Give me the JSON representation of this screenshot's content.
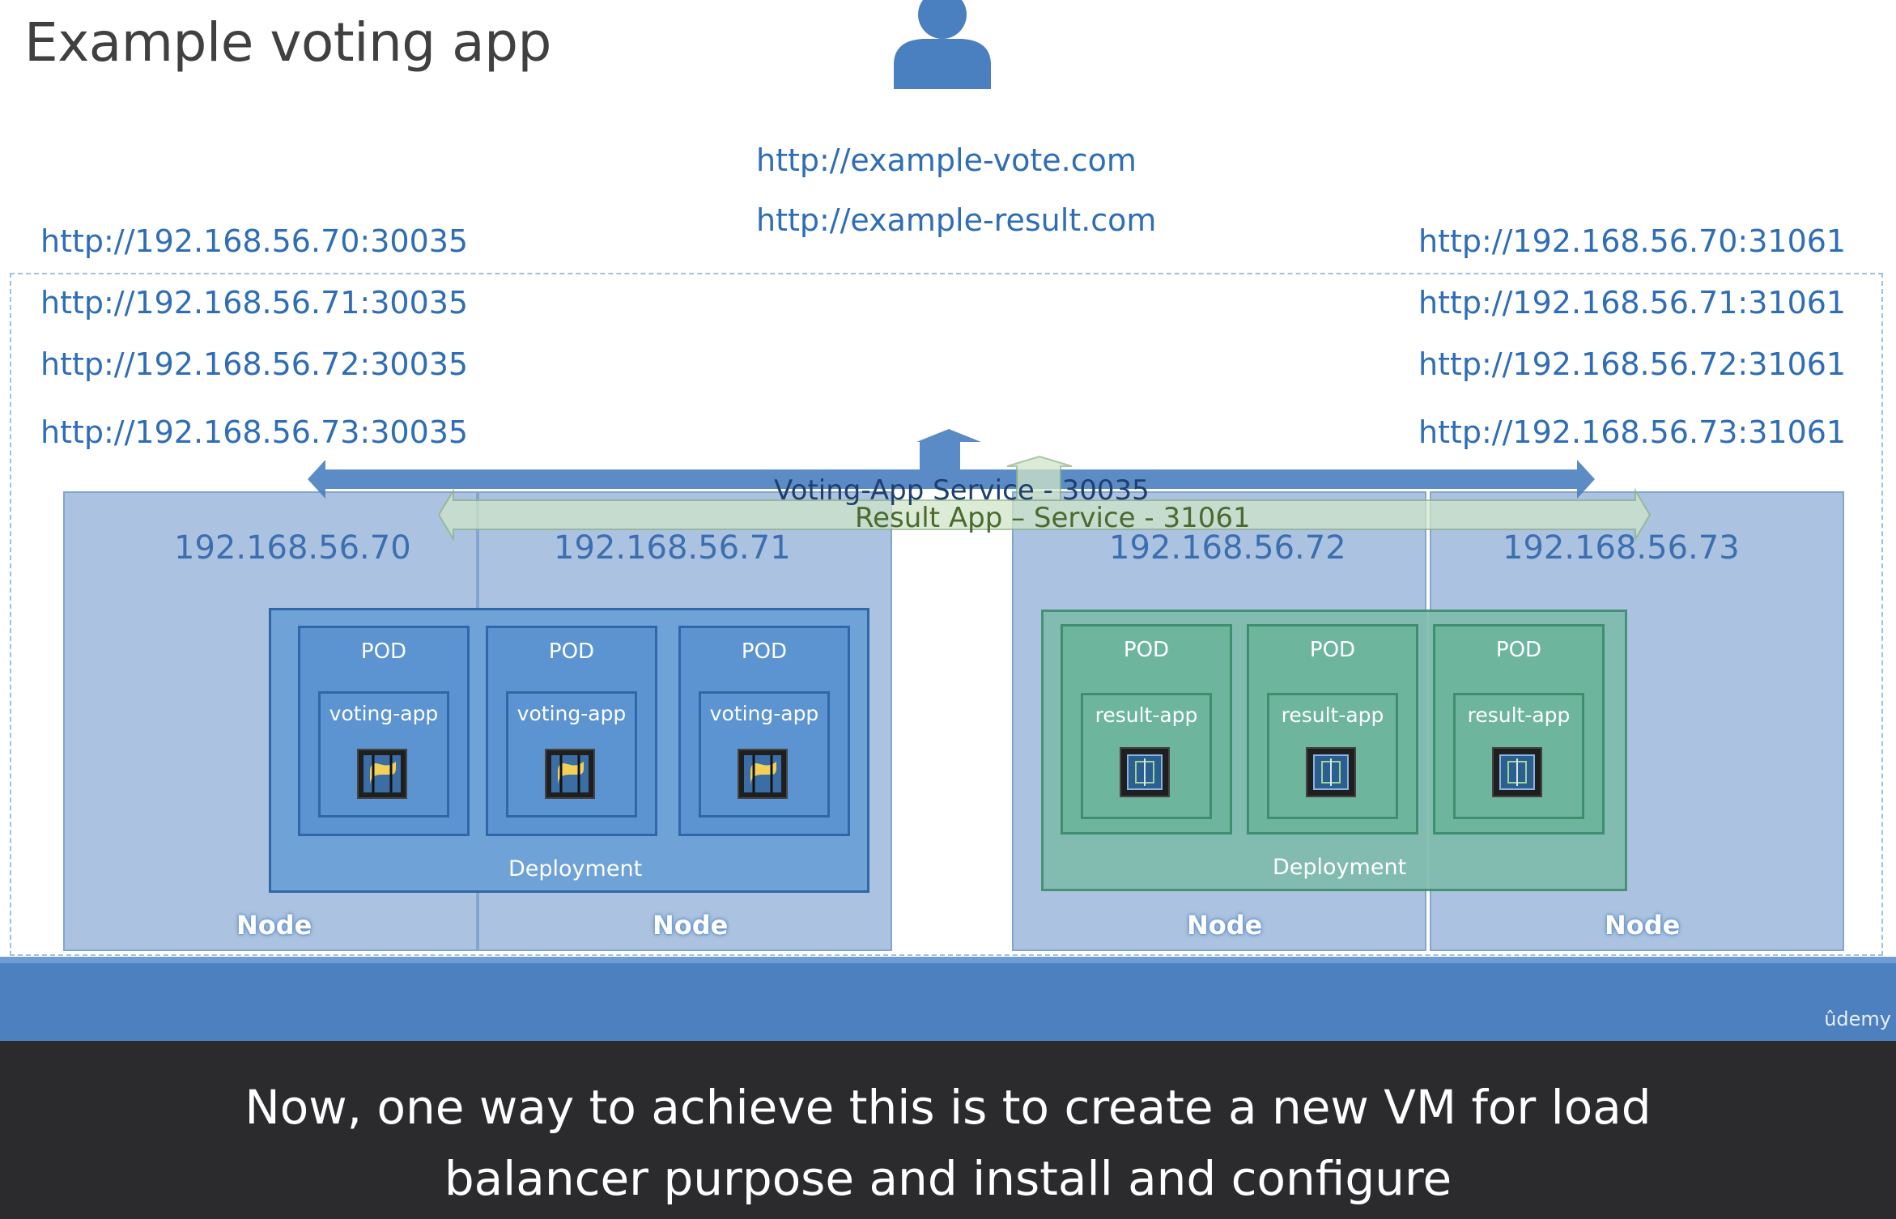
{
  "slide": {
    "title": "Example voting app",
    "user_icon": "user-icon",
    "domain_urls": [
      "http://example-vote.com",
      "http://example-result.com"
    ],
    "left_urls": [
      "http://192.168.56.70:30035",
      "http://192.168.56.71:30035",
      "http://192.168.56.72:30035",
      "http://192.168.56.73:30035"
    ],
    "right_urls": [
      "http://192.168.56.70:31061",
      "http://192.168.56.71:31061",
      "http://192.168.56.72:31061",
      "http://192.168.56.73:31061"
    ],
    "voting_service_label": "Voting-App Service - 30035",
    "result_service_label": "Result App – Service - 31061",
    "nodes": [
      {
        "ip": "192.168.56.70",
        "label": "Node"
      },
      {
        "ip": "192.168.56.71",
        "label": "Node"
      },
      {
        "ip": "192.168.56.72",
        "label": "Node"
      },
      {
        "ip": "192.168.56.73",
        "label": "Node"
      }
    ],
    "voting_deployment": {
      "label": "Deployment",
      "pods": [
        {
          "pod_label": "POD",
          "app": "voting-app"
        },
        {
          "pod_label": "POD",
          "app": "voting-app"
        },
        {
          "pod_label": "POD",
          "app": "voting-app"
        }
      ]
    },
    "result_deployment": {
      "label": "Deployment",
      "pods": [
        {
          "pod_label": "POD",
          "app": "result-app"
        },
        {
          "pod_label": "POD",
          "app": "result-app"
        },
        {
          "pod_label": "POD",
          "app": "result-app"
        }
      ]
    },
    "colors": {
      "url_blue": "#2f6db5",
      "node_fill": "#a9c2e0",
      "voting_blue": "#5b94d0",
      "result_green": "#6db69d",
      "footer_blue": "#4d80bf"
    }
  },
  "footer": {
    "brand": "ûdemy"
  },
  "caption": {
    "line1": "Now, one way to achieve this is to create a new VM for load",
    "line2": "balancer purpose and install and configure"
  }
}
